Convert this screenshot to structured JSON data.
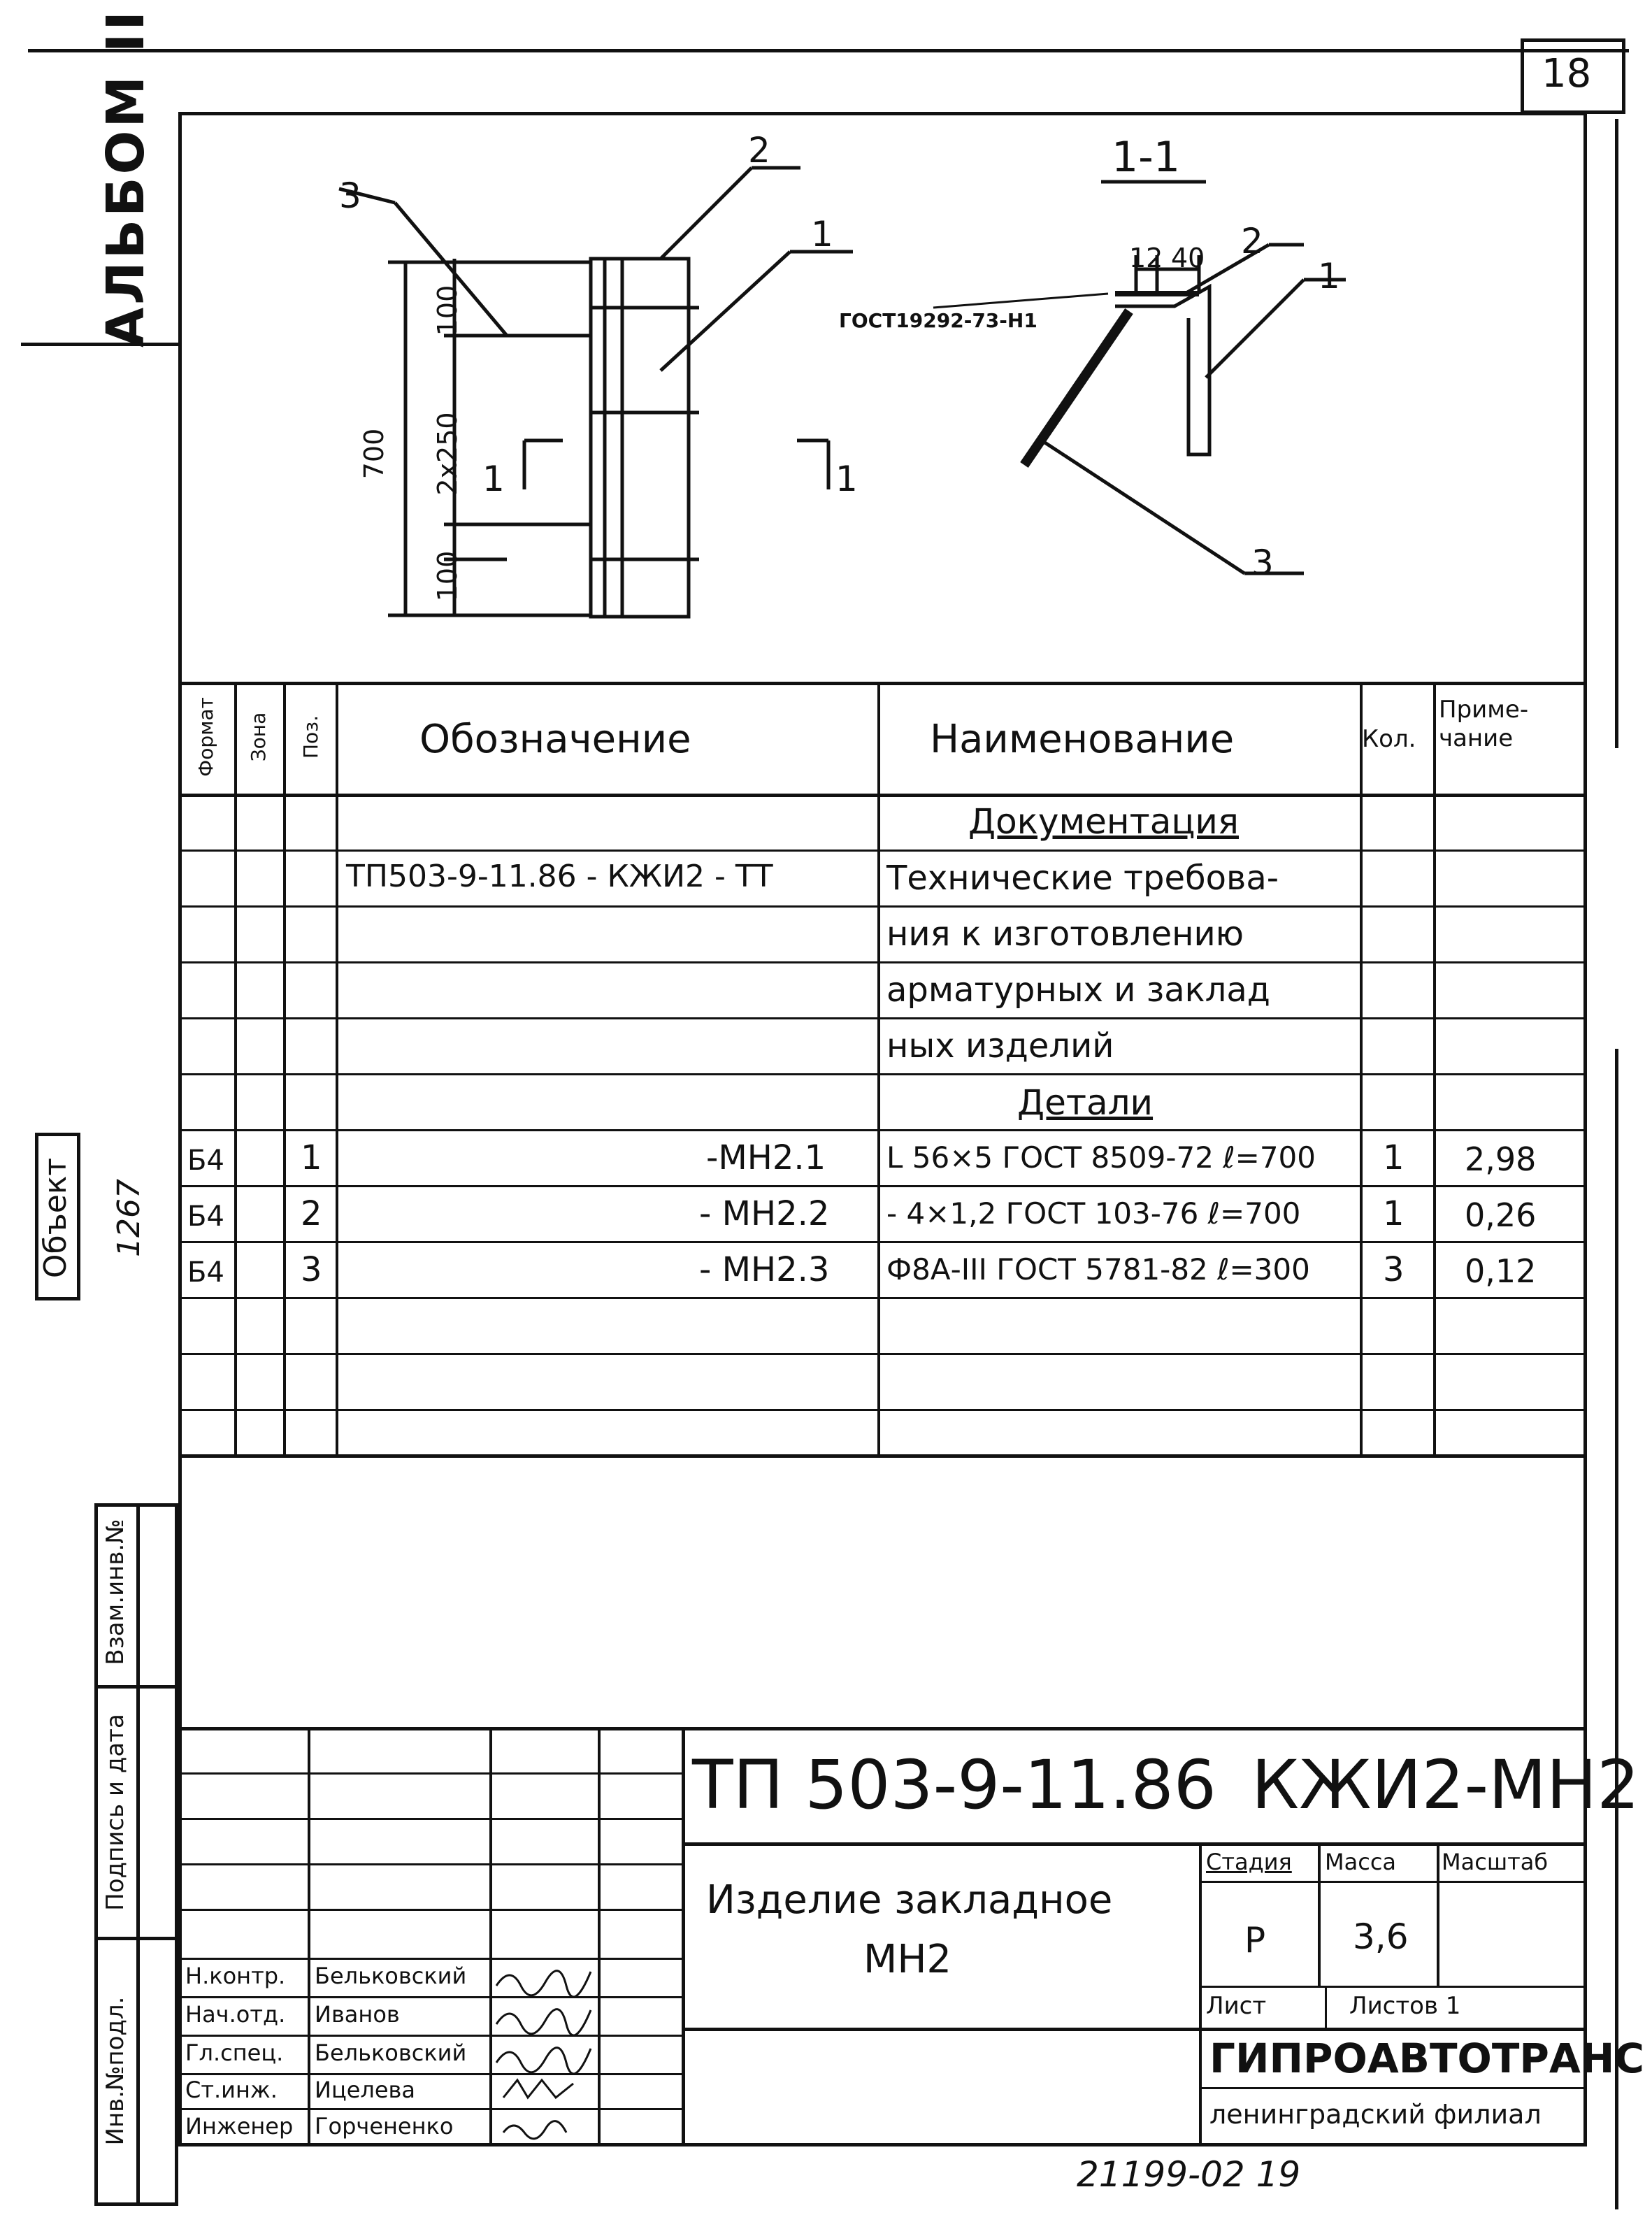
{
  "sheet_number": "18",
  "album": "АЛЬБОМ II",
  "margin": {
    "object_label": "Объект",
    "object_value": "1267",
    "fields": [
      "Взам.инв.№",
      "Подпись и дата",
      "Инв.№подл."
    ]
  },
  "drawing": {
    "section_label": "1-1",
    "dims": [
      "100",
      "2x250",
      "100",
      "700",
      "12",
      "40"
    ],
    "callouts": [
      "1",
      "2",
      "3"
    ],
    "gost_note": "ГОСТ19292-73-Н1",
    "cut_marks": [
      "1",
      "1"
    ]
  },
  "spec_table": {
    "headers": [
      "Формат",
      "Зона",
      "Поз.",
      "Обозначение",
      "Наименование",
      "Кол.",
      "Приме-чание"
    ],
    "doc_section": "Документация",
    "doc_designation": "ТП503-9-11.86 - КЖИ2 - ТТ",
    "doc_name_lines": [
      "Технические требова-",
      "ния к изготовлению",
      "арматурных и заклад",
      "ных изделий"
    ],
    "parts_section": "Детали",
    "rows": [
      {
        "format": "Б4",
        "pos": "1",
        "designation": "-МН2.1",
        "name": "L 56×5 ГОСТ 8509-72 ℓ=700",
        "qty": "1",
        "note": "2,98"
      },
      {
        "format": "Б4",
        "pos": "2",
        "designation": "- МН2.2",
        "name": "- 4×1,2 ГОСТ 103-76 ℓ=700",
        "qty": "1",
        "note": "0,26"
      },
      {
        "format": "Б4",
        "pos": "3",
        "designation": "- МН2.3",
        "name": "Ф8А-III ГОСТ 5781-82 ℓ=300",
        "qty": "3",
        "note": "0,12"
      }
    ]
  },
  "title_block": {
    "code": "ТП 503-9-11.86",
    "mark": "КЖИ2-МН2",
    "item_name_1": "Изделие закладное",
    "item_name_2": "МН2",
    "stage_label": "Стадия",
    "mass_label": "Масса",
    "scale_label": "Масштаб",
    "stage": "Р",
    "mass": "3,6",
    "sheet_label": "Лист",
    "sheets_label": "Листов 1",
    "org": "ГИПРОАВТОТРАНС",
    "branch": "ленинградский филиал",
    "roles": [
      {
        "role": "Н.контр.",
        "name": "Бельковский"
      },
      {
        "role": "Нач.отд.",
        "name": "Иванов"
      },
      {
        "role": "Гл.спец.",
        "name": "Бельковский"
      },
      {
        "role": "Ст.инж.",
        "name": "Ицелева"
      },
      {
        "role": "Инженер",
        "name": "Горчененко"
      }
    ]
  },
  "footer_code": "21199-02 19"
}
